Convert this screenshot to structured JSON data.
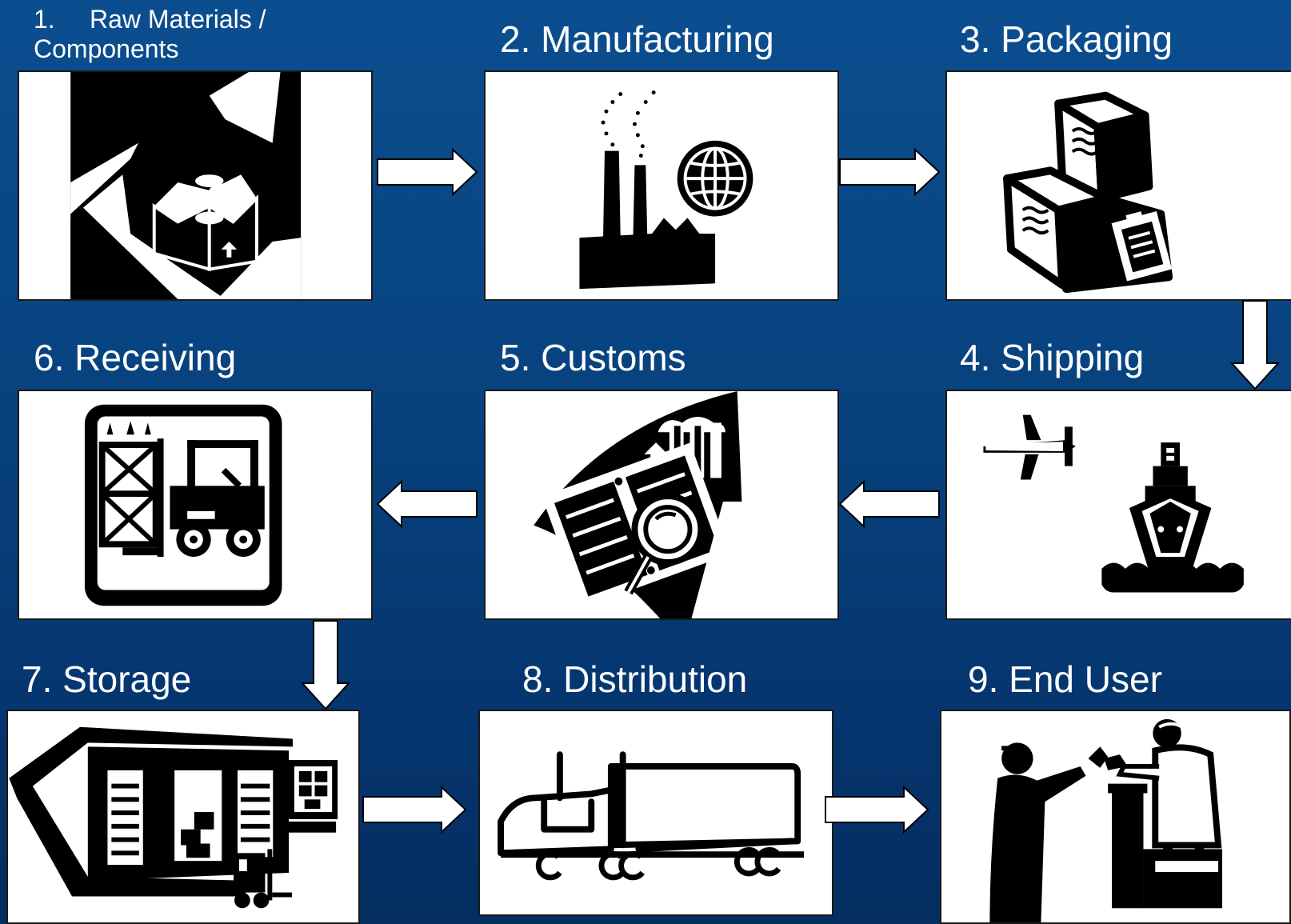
{
  "steps": [
    {
      "num": "1.",
      "label": "Raw Materials / Components",
      "icon": "open-box-icon"
    },
    {
      "num": "2.",
      "label": "Manufacturing",
      "icon": "factory-globe-icon"
    },
    {
      "num": "3.",
      "label": "Packaging",
      "icon": "stacked-boxes-icon"
    },
    {
      "num": "4.",
      "label": "Shipping",
      "icon": "ship-plane-icon"
    },
    {
      "num": "5.",
      "label": "Customs",
      "icon": "document-magnifier-icon"
    },
    {
      "num": "6.",
      "label": "Receiving",
      "icon": "forklift-rack-icon"
    },
    {
      "num": "7.",
      "label": "Storage",
      "icon": "warehouse-icon"
    },
    {
      "num": "8.",
      "label": "Distribution",
      "icon": "semi-truck-icon"
    },
    {
      "num": "9.",
      "label": "End User",
      "icon": "customer-counter-icon"
    }
  ],
  "colors": {
    "background": "#084380",
    "panel": "#ffffff",
    "ink": "#000000",
    "arrow_fill": "#ffffff"
  }
}
